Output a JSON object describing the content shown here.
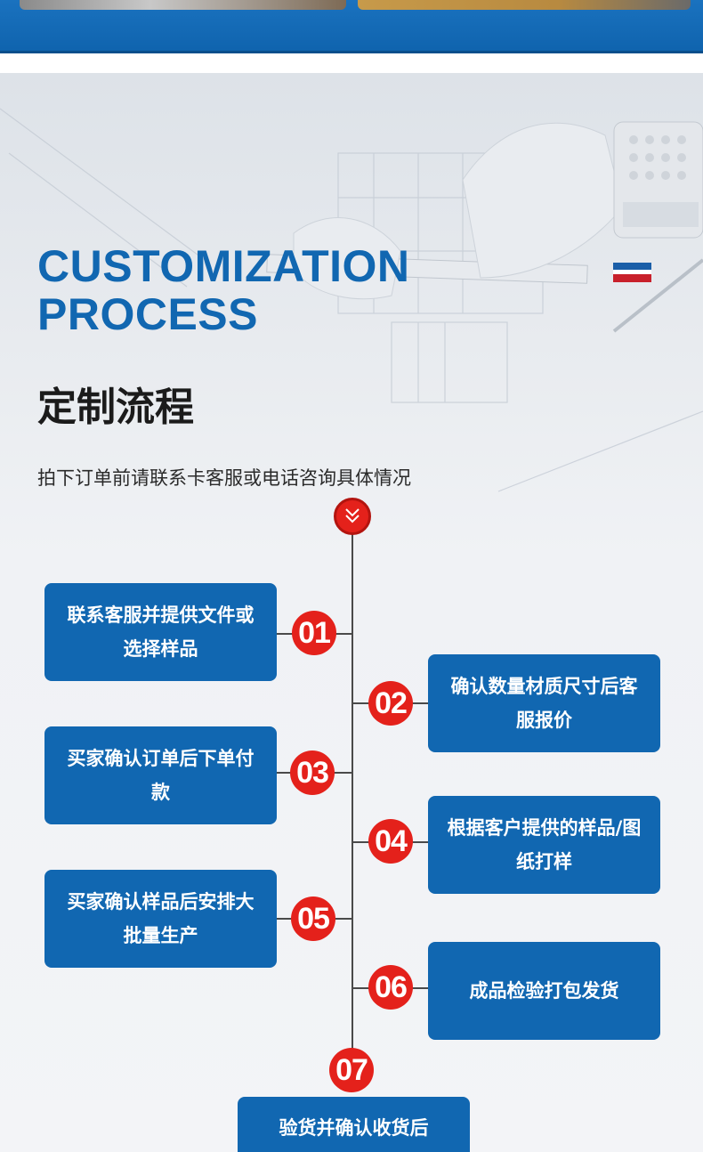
{
  "header": {
    "title_en_line1": "CUSTOMIZATION",
    "title_en_line2": "PROCESS",
    "title_cn": "定制流程",
    "subtitle": "拍下订单前请联系卡客服或电话咨询具体情况"
  },
  "colors": {
    "brand_blue": "#1167b1",
    "accent_red": "#e4211b"
  },
  "top_badge_icon": "double-chevron-down-icon",
  "steps": [
    {
      "number": "01",
      "text": "联系客服并提供文件或选择样品"
    },
    {
      "number": "02",
      "text": "确认数量材质尺寸后客服报价"
    },
    {
      "number": "03",
      "text": "买家确认订单后下单付款"
    },
    {
      "number": "04",
      "text": "根据客户提供的样品/图纸打样"
    },
    {
      "number": "05",
      "text": "买家确认样品后安排大批量生产"
    },
    {
      "number": "06",
      "text": "成品检验打包发货"
    },
    {
      "number": "07",
      "text": "验货并确认收货后"
    }
  ]
}
